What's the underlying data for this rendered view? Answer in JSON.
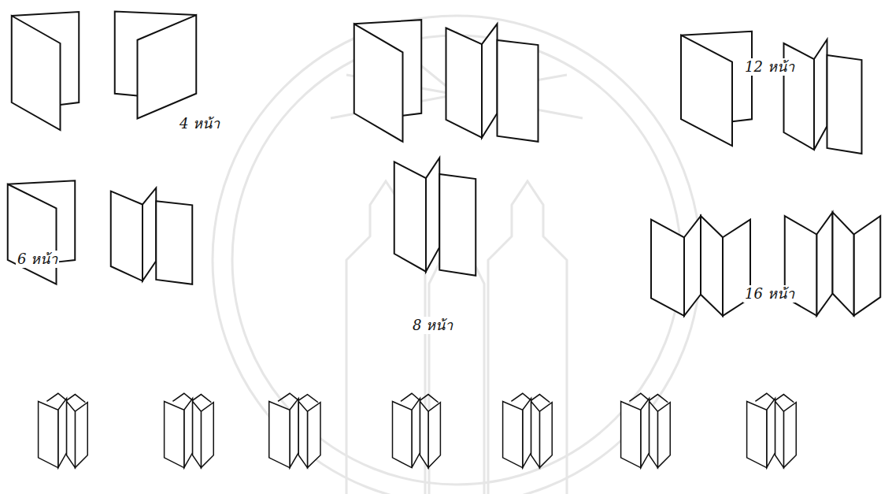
{
  "diagram": {
    "labels": [
      "4 หน้า",
      "12 หน้า",
      "6 หน้า",
      "8 หน้า",
      "16 หน้า"
    ]
  }
}
